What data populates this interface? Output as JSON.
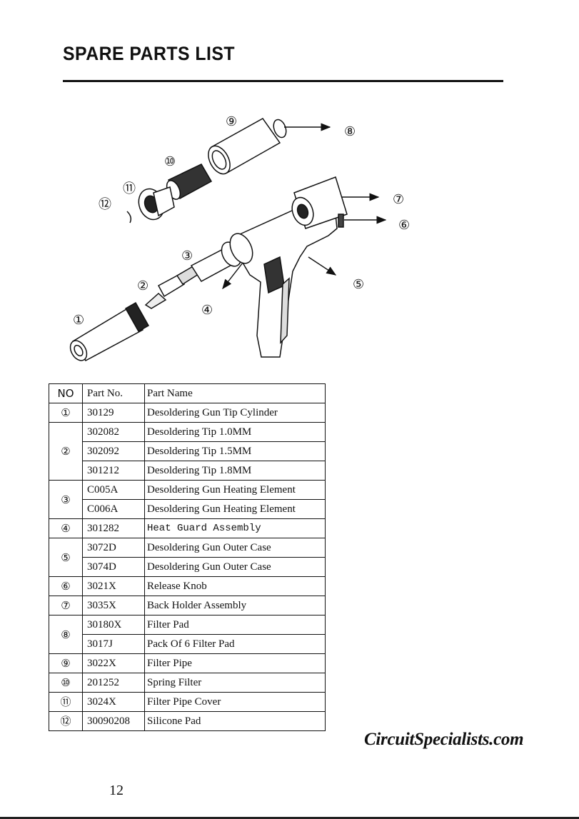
{
  "title": "SPARE PARTS LIST",
  "diagram": {
    "callouts": [
      {
        "id": "1",
        "glyph": "①"
      },
      {
        "id": "2",
        "glyph": "②"
      },
      {
        "id": "3",
        "glyph": "③"
      },
      {
        "id": "4",
        "glyph": "④"
      },
      {
        "id": "5",
        "glyph": "⑤"
      },
      {
        "id": "6",
        "glyph": "⑥"
      },
      {
        "id": "7",
        "glyph": "⑦"
      },
      {
        "id": "8",
        "glyph": "⑧"
      },
      {
        "id": "9",
        "glyph": "⑨"
      },
      {
        "id": "10",
        "glyph": "⑩"
      },
      {
        "id": "11",
        "glyph": "⑪"
      },
      {
        "id": "12",
        "glyph": "⑫"
      }
    ]
  },
  "table": {
    "headers": {
      "no": "NO",
      "part_no": "Part No.",
      "part_name": "Part Name"
    },
    "groups": [
      {
        "no": "①",
        "rows": [
          {
            "part_no": "30129",
            "part_name": "Desoldering Gun Tip Cylinder"
          }
        ]
      },
      {
        "no": "②",
        "rows": [
          {
            "part_no": "302082",
            "part_name": "Desoldering Tip 1.0MM"
          },
          {
            "part_no": "302092",
            "part_name": "Desoldering Tip 1.5MM"
          },
          {
            "part_no": "301212",
            "part_name": "Desoldering Tip 1.8MM"
          }
        ]
      },
      {
        "no": "③",
        "rows": [
          {
            "part_no": "C005A",
            "part_name": "Desoldering Gun Heating Element"
          },
          {
            "part_no": "C006A",
            "part_name": "Desoldering Gun Heating Element"
          }
        ]
      },
      {
        "no": "④",
        "rows": [
          {
            "part_no": "301282",
            "part_name": "Heat Guard Assembly"
          }
        ]
      },
      {
        "no": "⑤",
        "rows": [
          {
            "part_no": "3072D",
            "part_name": "Desoldering Gun Outer Case"
          },
          {
            "part_no": "3074D",
            "part_name": "Desoldering Gun Outer Case"
          }
        ]
      },
      {
        "no": "⑥",
        "rows": [
          {
            "part_no": "3021X",
            "part_name": "Release Knob"
          }
        ]
      },
      {
        "no": "⑦",
        "rows": [
          {
            "part_no": "3035X",
            "part_name": "Back Holder Assembly"
          }
        ]
      },
      {
        "no": "⑧",
        "rows": [
          {
            "part_no": "30180X",
            "part_name": "Filter Pad"
          },
          {
            "part_no": "3017J",
            "part_name": "Pack Of 6 Filter Pad"
          }
        ]
      },
      {
        "no": "⑨",
        "rows": [
          {
            "part_no": "3022X",
            "part_name": "Filter Pipe"
          }
        ]
      },
      {
        "no": "⑩",
        "rows": [
          {
            "part_no": "201252",
            "part_name": "Spring Filter"
          }
        ]
      },
      {
        "no": "⑪",
        "rows": [
          {
            "part_no": "3024X",
            "part_name": "Filter Pipe Cover"
          }
        ]
      },
      {
        "no": "⑫",
        "rows": [
          {
            "part_no": "30090208",
            "part_name": "Silicone Pad"
          }
        ]
      }
    ]
  },
  "brand": "CircuitSpecialists.com",
  "page_number": "12"
}
